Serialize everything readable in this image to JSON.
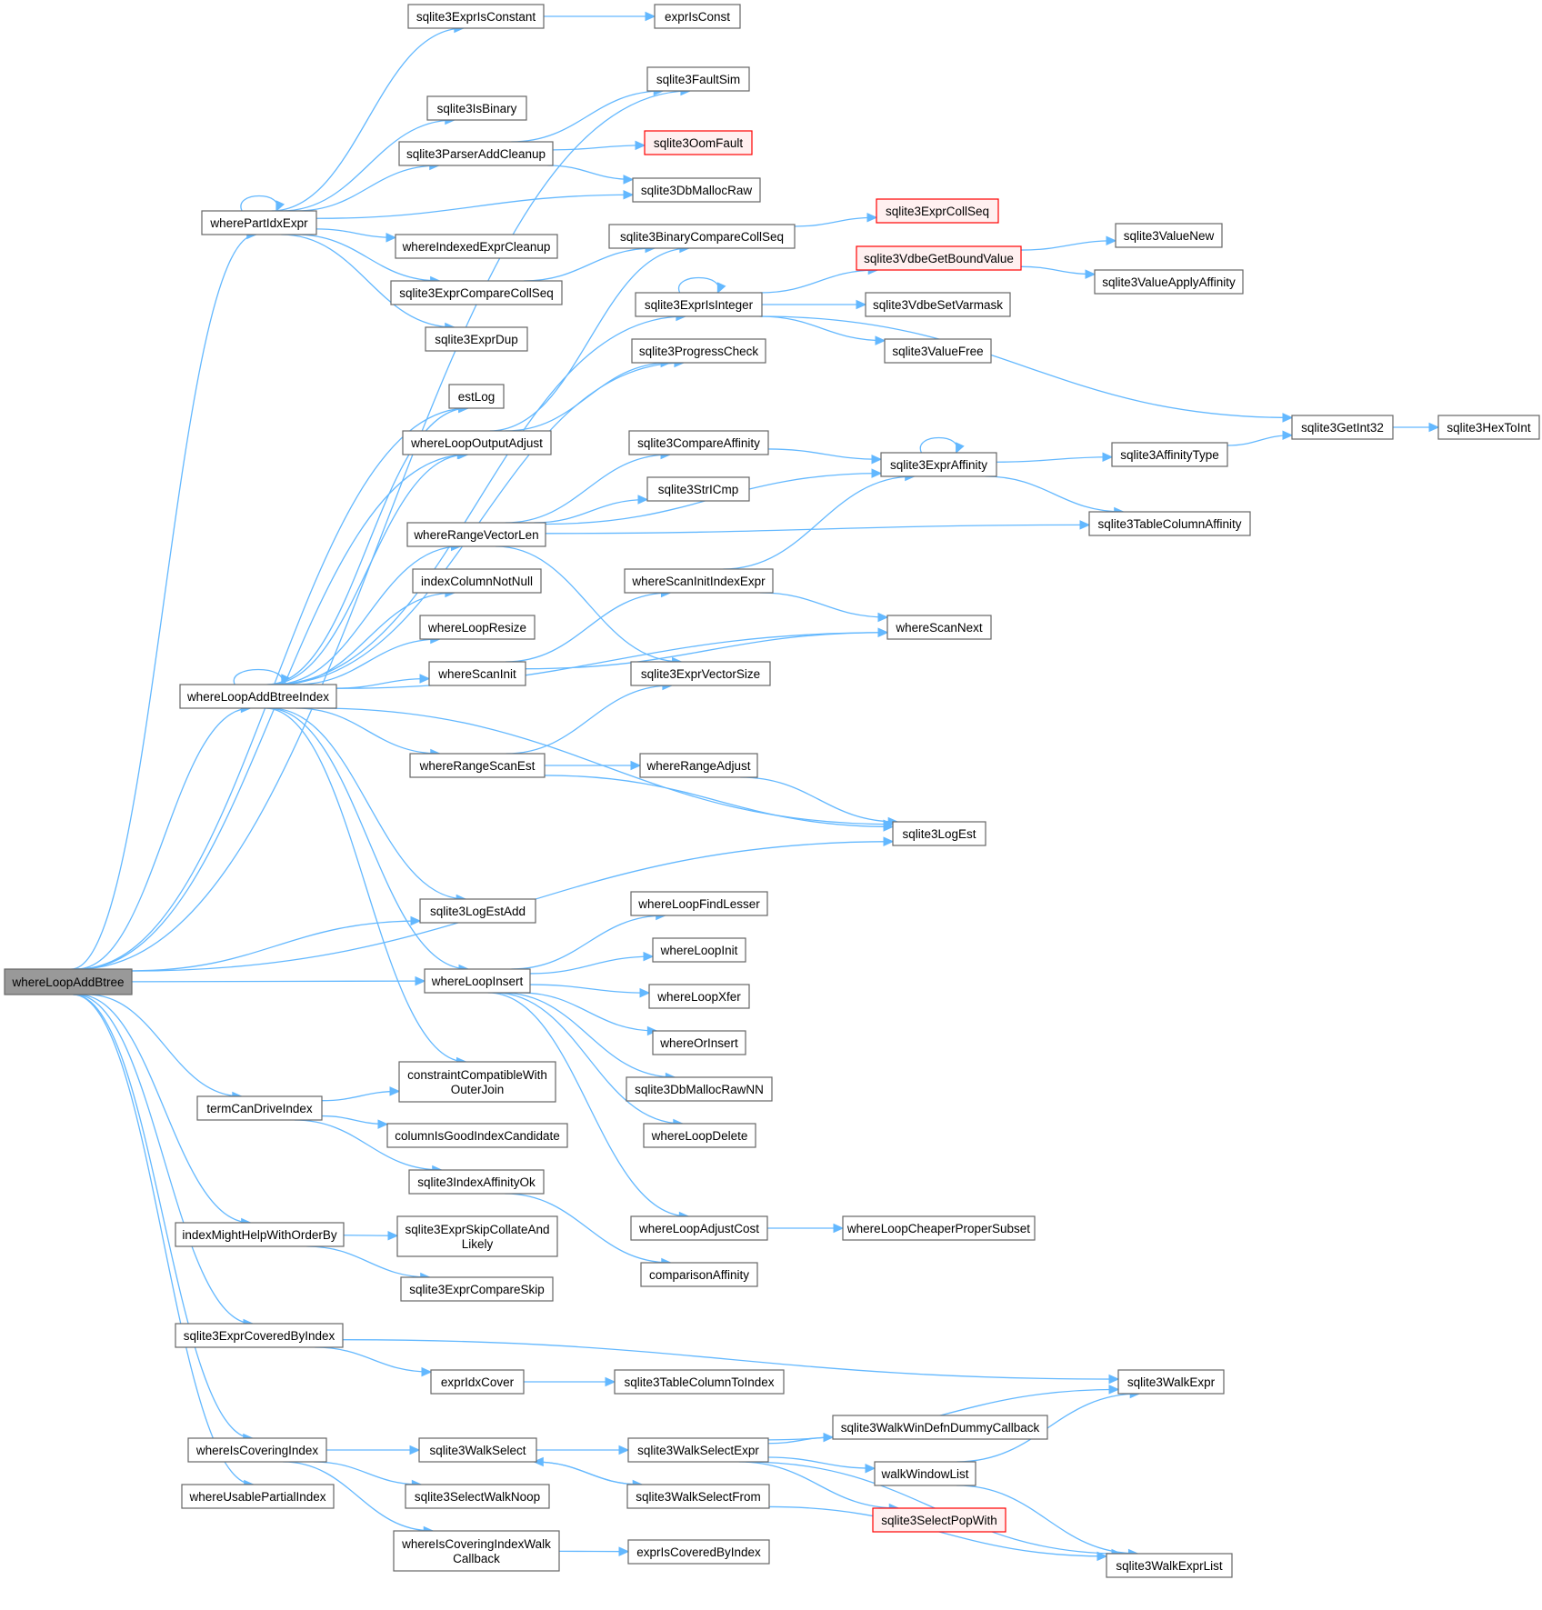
{
  "colors": {
    "edge": "#63b8ff",
    "node_border": "#666666",
    "node_fill": "#ffffff",
    "root_fill": "#999999",
    "red_border": "#ff0000",
    "red_fill": "#fff0f0"
  },
  "nodes": [
    {
      "id": "whereLoopAddBtree",
      "label": [
        "whereLoopAddBtree"
      ],
      "style": "root"
    },
    {
      "id": "wherePartIdxExpr",
      "label": [
        "wherePartIdxExpr"
      ]
    },
    {
      "id": "sqlite3ExprIsConstant",
      "label": [
        "sqlite3ExprIsConstant"
      ]
    },
    {
      "id": "exprIsConst",
      "label": [
        "exprIsConst"
      ]
    },
    {
      "id": "sqlite3FaultSim",
      "label": [
        "sqlite3FaultSim"
      ]
    },
    {
      "id": "sqlite3IsBinary",
      "label": [
        "sqlite3IsBinary"
      ]
    },
    {
      "id": "sqlite3ParserAddCleanup",
      "label": [
        "sqlite3ParserAddCleanup"
      ]
    },
    {
      "id": "sqlite3OomFault",
      "label": [
        "sqlite3OomFault"
      ],
      "style": "red"
    },
    {
      "id": "sqlite3DbMallocRaw",
      "label": [
        "sqlite3DbMallocRaw"
      ]
    },
    {
      "id": "whereIndexedExprCleanup",
      "label": [
        "whereIndexedExprCleanup"
      ]
    },
    {
      "id": "sqlite3ExprCompareCollSeq",
      "label": [
        "sqlite3ExprCompareCollSeq"
      ]
    },
    {
      "id": "sqlite3ExprDup",
      "label": [
        "sqlite3ExprDup"
      ]
    },
    {
      "id": "sqlite3ExprCollSeq",
      "label": [
        "sqlite3ExprCollSeq"
      ],
      "style": "red"
    },
    {
      "id": "sqlite3BinaryCompareCollSeq",
      "label": [
        "sqlite3BinaryCompareCollSeq"
      ]
    },
    {
      "id": "sqlite3VdbeGetBoundValue",
      "label": [
        "sqlite3VdbeGetBoundValue"
      ],
      "style": "red"
    },
    {
      "id": "sqlite3ValueNew",
      "label": [
        "sqlite3ValueNew"
      ]
    },
    {
      "id": "sqlite3ValueApplyAffinity",
      "label": [
        "sqlite3ValueApplyAffinity"
      ]
    },
    {
      "id": "sqlite3ExprIsInteger",
      "label": [
        "sqlite3ExprIsInteger"
      ]
    },
    {
      "id": "sqlite3VdbeSetVarmask",
      "label": [
        "sqlite3VdbeSetVarmask"
      ]
    },
    {
      "id": "sqlite3ValueFree",
      "label": [
        "sqlite3ValueFree"
      ]
    },
    {
      "id": "sqlite3ProgressCheck",
      "label": [
        "sqlite3ProgressCheck"
      ]
    },
    {
      "id": "estLog",
      "label": [
        "estLog"
      ]
    },
    {
      "id": "sqlite3GetInt32",
      "label": [
        "sqlite3GetInt32"
      ]
    },
    {
      "id": "sqlite3HexToInt",
      "label": [
        "sqlite3HexToInt"
      ]
    },
    {
      "id": "whereLoopOutputAdjust",
      "label": [
        "whereLoopOutputAdjust"
      ]
    },
    {
      "id": "sqlite3CompareAffinity",
      "label": [
        "sqlite3CompareAffinity"
      ]
    },
    {
      "id": "sqlite3ExprAffinity",
      "label": [
        "sqlite3ExprAffinity"
      ]
    },
    {
      "id": "sqlite3AffinityType",
      "label": [
        "sqlite3AffinityType"
      ]
    },
    {
      "id": "sqlite3StrICmp",
      "label": [
        "sqlite3StrICmp"
      ]
    },
    {
      "id": "whereRangeVectorLen",
      "label": [
        "whereRangeVectorLen"
      ]
    },
    {
      "id": "sqlite3TableColumnAffinity",
      "label": [
        "sqlite3TableColumnAffinity"
      ]
    },
    {
      "id": "indexColumnNotNull",
      "label": [
        "indexColumnNotNull"
      ]
    },
    {
      "id": "whereScanInitIndexExpr",
      "label": [
        "whereScanInitIndexExpr"
      ]
    },
    {
      "id": "whereLoopResize",
      "label": [
        "whereLoopResize"
      ]
    },
    {
      "id": "whereScanNext",
      "label": [
        "whereScanNext"
      ]
    },
    {
      "id": "whereScanInit",
      "label": [
        "whereScanInit"
      ]
    },
    {
      "id": "sqlite3ExprVectorSize",
      "label": [
        "sqlite3ExprVectorSize"
      ]
    },
    {
      "id": "whereLoopAddBtreeIndex",
      "label": [
        "whereLoopAddBtreeIndex"
      ]
    },
    {
      "id": "whereRangeScanEst",
      "label": [
        "whereRangeScanEst"
      ]
    },
    {
      "id": "whereRangeAdjust",
      "label": [
        "whereRangeAdjust"
      ]
    },
    {
      "id": "sqlite3LogEst",
      "label": [
        "sqlite3LogEst"
      ]
    },
    {
      "id": "whereLoopFindLesser",
      "label": [
        "whereLoopFindLesser"
      ]
    },
    {
      "id": "sqlite3LogEstAdd",
      "label": [
        "sqlite3LogEstAdd"
      ]
    },
    {
      "id": "whereLoopInit",
      "label": [
        "whereLoopInit"
      ]
    },
    {
      "id": "whereLoopInsert",
      "label": [
        "whereLoopInsert"
      ]
    },
    {
      "id": "whereLoopXfer",
      "label": [
        "whereLoopXfer"
      ]
    },
    {
      "id": "whereOrInsert",
      "label": [
        "whereOrInsert"
      ]
    },
    {
      "id": "constraintCompatibleWithOuterJoin",
      "label": [
        "constraintCompatibleWith",
        "OuterJoin"
      ]
    },
    {
      "id": "sqlite3DbMallocRawNN",
      "label": [
        "sqlite3DbMallocRawNN"
      ]
    },
    {
      "id": "termCanDriveIndex",
      "label": [
        "termCanDriveIndex"
      ]
    },
    {
      "id": "columnIsGoodIndexCandidate",
      "label": [
        "columnIsGoodIndexCandidate"
      ]
    },
    {
      "id": "whereLoopDelete",
      "label": [
        "whereLoopDelete"
      ]
    },
    {
      "id": "sqlite3IndexAffinityOk",
      "label": [
        "sqlite3IndexAffinityOk"
      ]
    },
    {
      "id": "whereLoopAdjustCost",
      "label": [
        "whereLoopAdjustCost"
      ]
    },
    {
      "id": "whereLoopCheaperProperSubset",
      "label": [
        "whereLoopCheaperProperSubset"
      ]
    },
    {
      "id": "indexMightHelpWithOrderBy",
      "label": [
        "indexMightHelpWithOrderBy"
      ]
    },
    {
      "id": "sqlite3ExprSkipCollateAndLikely",
      "label": [
        "sqlite3ExprSkipCollateAnd",
        "Likely"
      ]
    },
    {
      "id": "comparisonAffinity",
      "label": [
        "comparisonAffinity"
      ]
    },
    {
      "id": "sqlite3ExprCompareSkip",
      "label": [
        "sqlite3ExprCompareSkip"
      ]
    },
    {
      "id": "sqlite3ExprCoveredByIndex",
      "label": [
        "sqlite3ExprCoveredByIndex"
      ]
    },
    {
      "id": "exprIdxCover",
      "label": [
        "exprIdxCover"
      ]
    },
    {
      "id": "sqlite3TableColumnToIndex",
      "label": [
        "sqlite3TableColumnToIndex"
      ]
    },
    {
      "id": "sqlite3WalkExpr",
      "label": [
        "sqlite3WalkExpr"
      ]
    },
    {
      "id": "sqlite3WalkWinDefnDummyCallback",
      "label": [
        "sqlite3WalkWinDefnDummyCallback"
      ]
    },
    {
      "id": "whereIsCoveringIndex",
      "label": [
        "whereIsCoveringIndex"
      ]
    },
    {
      "id": "sqlite3WalkSelect",
      "label": [
        "sqlite3WalkSelect"
      ]
    },
    {
      "id": "sqlite3WalkSelectExpr",
      "label": [
        "sqlite3WalkSelectExpr"
      ]
    },
    {
      "id": "walkWindowList",
      "label": [
        "walkWindowList"
      ]
    },
    {
      "id": "whereUsablePartialIndex",
      "label": [
        "whereUsablePartialIndex"
      ]
    },
    {
      "id": "sqlite3SelectWalkNoop",
      "label": [
        "sqlite3SelectWalkNoop"
      ]
    },
    {
      "id": "sqlite3WalkSelectFrom",
      "label": [
        "sqlite3WalkSelectFrom"
      ]
    },
    {
      "id": "sqlite3SelectPopWith",
      "label": [
        "sqlite3SelectPopWith"
      ],
      "style": "red"
    },
    {
      "id": "whereIsCoveringIndexWalkCallback",
      "label": [
        "whereIsCoveringIndexWalk",
        "Callback"
      ]
    },
    {
      "id": "exprIsCoveredByIndex",
      "label": [
        "exprIsCoveredByIndex"
      ]
    },
    {
      "id": "sqlite3WalkExprList",
      "label": [
        "sqlite3WalkExprList"
      ]
    }
  ],
  "edges": [
    [
      "whereLoopAddBtree",
      "wherePartIdxExpr"
    ],
    [
      "whereLoopAddBtree",
      "sqlite3FaultSim"
    ],
    [
      "whereLoopAddBtree",
      "estLog"
    ],
    [
      "whereLoopAddBtree",
      "whereLoopOutputAdjust"
    ],
    [
      "whereLoopAddBtree",
      "whereLoopAddBtreeIndex"
    ],
    [
      "whereLoopAddBtree",
      "sqlite3LogEstAdd"
    ],
    [
      "whereLoopAddBtree",
      "whereLoopInsert"
    ],
    [
      "whereLoopAddBtree",
      "sqlite3LogEst"
    ],
    [
      "whereLoopAddBtree",
      "termCanDriveIndex"
    ],
    [
      "whereLoopAddBtree",
      "indexMightHelpWithOrderBy"
    ],
    [
      "whereLoopAddBtree",
      "sqlite3ExprCoveredByIndex"
    ],
    [
      "whereLoopAddBtree",
      "whereIsCoveringIndex"
    ],
    [
      "whereLoopAddBtree",
      "whereUsablePartialIndex"
    ],
    [
      "wherePartIdxExpr",
      "wherePartIdxExpr"
    ],
    [
      "wherePartIdxExpr",
      "sqlite3ExprIsConstant"
    ],
    [
      "wherePartIdxExpr",
      "sqlite3IsBinary"
    ],
    [
      "wherePartIdxExpr",
      "sqlite3ParserAddCleanup"
    ],
    [
      "wherePartIdxExpr",
      "sqlite3DbMallocRaw"
    ],
    [
      "wherePartIdxExpr",
      "whereIndexedExprCleanup"
    ],
    [
      "wherePartIdxExpr",
      "sqlite3ExprCompareCollSeq"
    ],
    [
      "wherePartIdxExpr",
      "sqlite3ExprDup"
    ],
    [
      "sqlite3ExprIsConstant",
      "exprIsConst"
    ],
    [
      "sqlite3ParserAddCleanup",
      "sqlite3FaultSim"
    ],
    [
      "sqlite3ParserAddCleanup",
      "sqlite3OomFault"
    ],
    [
      "sqlite3ParserAddCleanup",
      "sqlite3DbMallocRaw"
    ],
    [
      "sqlite3ExprCompareCollSeq",
      "sqlite3BinaryCompareCollSeq"
    ],
    [
      "sqlite3BinaryCompareCollSeq",
      "sqlite3ExprCollSeq"
    ],
    [
      "sqlite3ExprIsInteger",
      "sqlite3ExprIsInteger"
    ],
    [
      "sqlite3ExprIsInteger",
      "sqlite3VdbeGetBoundValue"
    ],
    [
      "sqlite3ExprIsInteger",
      "sqlite3VdbeSetVarmask"
    ],
    [
      "sqlite3ExprIsInteger",
      "sqlite3ValueFree"
    ],
    [
      "sqlite3ExprIsInteger",
      "sqlite3GetInt32"
    ],
    [
      "sqlite3VdbeGetBoundValue",
      "sqlite3ValueNew"
    ],
    [
      "sqlite3VdbeGetBoundValue",
      "sqlite3ValueApplyAffinity"
    ],
    [
      "sqlite3GetInt32",
      "sqlite3HexToInt"
    ],
    [
      "whereLoopOutputAdjust",
      "sqlite3BinaryCompareCollSeq"
    ],
    [
      "whereLoopOutputAdjust",
      "sqlite3ProgressCheck"
    ],
    [
      "whereLoopAddBtreeIndex",
      "whereLoopAddBtreeIndex"
    ],
    [
      "whereLoopAddBtreeIndex",
      "estLog"
    ],
    [
      "whereLoopAddBtreeIndex",
      "whereLoopOutputAdjust"
    ],
    [
      "whereLoopAddBtreeIndex",
      "sqlite3ExprIsInteger"
    ],
    [
      "whereLoopAddBtreeIndex",
      "sqlite3ProgressCheck"
    ],
    [
      "whereLoopAddBtreeIndex",
      "whereRangeVectorLen"
    ],
    [
      "whereLoopAddBtreeIndex",
      "indexColumnNotNull"
    ],
    [
      "whereLoopAddBtreeIndex",
      "whereLoopResize"
    ],
    [
      "whereLoopAddBtreeIndex",
      "whereScanInit"
    ],
    [
      "whereLoopAddBtreeIndex",
      "whereScanNext"
    ],
    [
      "whereLoopAddBtreeIndex",
      "whereRangeScanEst"
    ],
    [
      "whereLoopAddBtreeIndex",
      "sqlite3LogEst"
    ],
    [
      "whereLoopAddBtreeIndex",
      "sqlite3LogEstAdd"
    ],
    [
      "whereLoopAddBtreeIndex",
      "whereLoopInsert"
    ],
    [
      "whereLoopAddBtreeIndex",
      "constraintCompatibleWithOuterJoin"
    ],
    [
      "whereRangeVectorLen",
      "sqlite3CompareAffinity"
    ],
    [
      "whereRangeVectorLen",
      "sqlite3ExprAffinity"
    ],
    [
      "whereRangeVectorLen",
      "sqlite3StrICmp"
    ],
    [
      "whereRangeVectorLen",
      "sqlite3TableColumnAffinity"
    ],
    [
      "whereRangeVectorLen",
      "sqlite3ExprVectorSize"
    ],
    [
      "sqlite3CompareAffinity",
      "sqlite3ExprAffinity"
    ],
    [
      "sqlite3ExprAffinity",
      "sqlite3ExprAffinity"
    ],
    [
      "sqlite3ExprAffinity",
      "sqlite3AffinityType"
    ],
    [
      "sqlite3ExprAffinity",
      "sqlite3TableColumnAffinity"
    ],
    [
      "sqlite3AffinityType",
      "sqlite3GetInt32"
    ],
    [
      "whereScanInit",
      "whereScanInitIndexExpr"
    ],
    [
      "whereScanInit",
      "whereScanNext"
    ],
    [
      "whereScanInitIndexExpr",
      "sqlite3ExprAffinity"
    ],
    [
      "whereScanInitIndexExpr",
      "whereScanNext"
    ],
    [
      "whereRangeScanEst",
      "sqlite3ExprVectorSize"
    ],
    [
      "whereRangeScanEst",
      "whereRangeAdjust"
    ],
    [
      "whereRangeScanEst",
      "sqlite3LogEst"
    ],
    [
      "whereRangeAdjust",
      "sqlite3LogEst"
    ],
    [
      "whereLoopInsert",
      "whereLoopFindLesser"
    ],
    [
      "whereLoopInsert",
      "whereLoopInit"
    ],
    [
      "whereLoopInsert",
      "whereLoopXfer"
    ],
    [
      "whereLoopInsert",
      "whereOrInsert"
    ],
    [
      "whereLoopInsert",
      "sqlite3DbMallocRawNN"
    ],
    [
      "whereLoopInsert",
      "whereLoopDelete"
    ],
    [
      "whereLoopInsert",
      "whereLoopAdjustCost"
    ],
    [
      "whereLoopAdjustCost",
      "whereLoopCheaperProperSubset"
    ],
    [
      "termCanDriveIndex",
      "constraintCompatibleWithOuterJoin"
    ],
    [
      "termCanDriveIndex",
      "columnIsGoodIndexCandidate"
    ],
    [
      "termCanDriveIndex",
      "sqlite3IndexAffinityOk"
    ],
    [
      "sqlite3IndexAffinityOk",
      "comparisonAffinity"
    ],
    [
      "indexMightHelpWithOrderBy",
      "sqlite3ExprSkipCollateAndLikely"
    ],
    [
      "indexMightHelpWithOrderBy",
      "sqlite3ExprCompareSkip"
    ],
    [
      "sqlite3ExprCoveredByIndex",
      "exprIdxCover"
    ],
    [
      "sqlite3ExprCoveredByIndex",
      "sqlite3WalkExpr"
    ],
    [
      "exprIdxCover",
      "sqlite3TableColumnToIndex"
    ],
    [
      "whereIsCoveringIndex",
      "sqlite3WalkSelect"
    ],
    [
      "whereIsCoveringIndex",
      "sqlite3SelectWalkNoop"
    ],
    [
      "whereIsCoveringIndex",
      "whereIsCoveringIndexWalkCallback"
    ],
    [
      "sqlite3WalkSelect",
      "sqlite3WalkSelectExpr"
    ],
    [
      "sqlite3WalkSelect",
      "sqlite3WalkSelectFrom"
    ],
    [
      "sqlite3WalkSelectExpr",
      "sqlite3WalkExpr"
    ],
    [
      "sqlite3WalkSelectExpr",
      "sqlite3WalkWinDefnDummyCallback"
    ],
    [
      "sqlite3WalkSelectExpr",
      "walkWindowList"
    ],
    [
      "sqlite3WalkSelectExpr",
      "sqlite3SelectPopWith"
    ],
    [
      "sqlite3WalkSelectExpr",
      "sqlite3WalkExprList"
    ],
    [
      "sqlite3WalkSelectFrom",
      "sqlite3WalkSelect"
    ],
    [
      "sqlite3WalkSelectFrom",
      "sqlite3WalkExprList"
    ],
    [
      "walkWindowList",
      "sqlite3WalkExpr"
    ],
    [
      "walkWindowList",
      "sqlite3WalkExprList"
    ],
    [
      "whereIsCoveringIndexWalkCallback",
      "exprIsCoveredByIndex"
    ]
  ]
}
